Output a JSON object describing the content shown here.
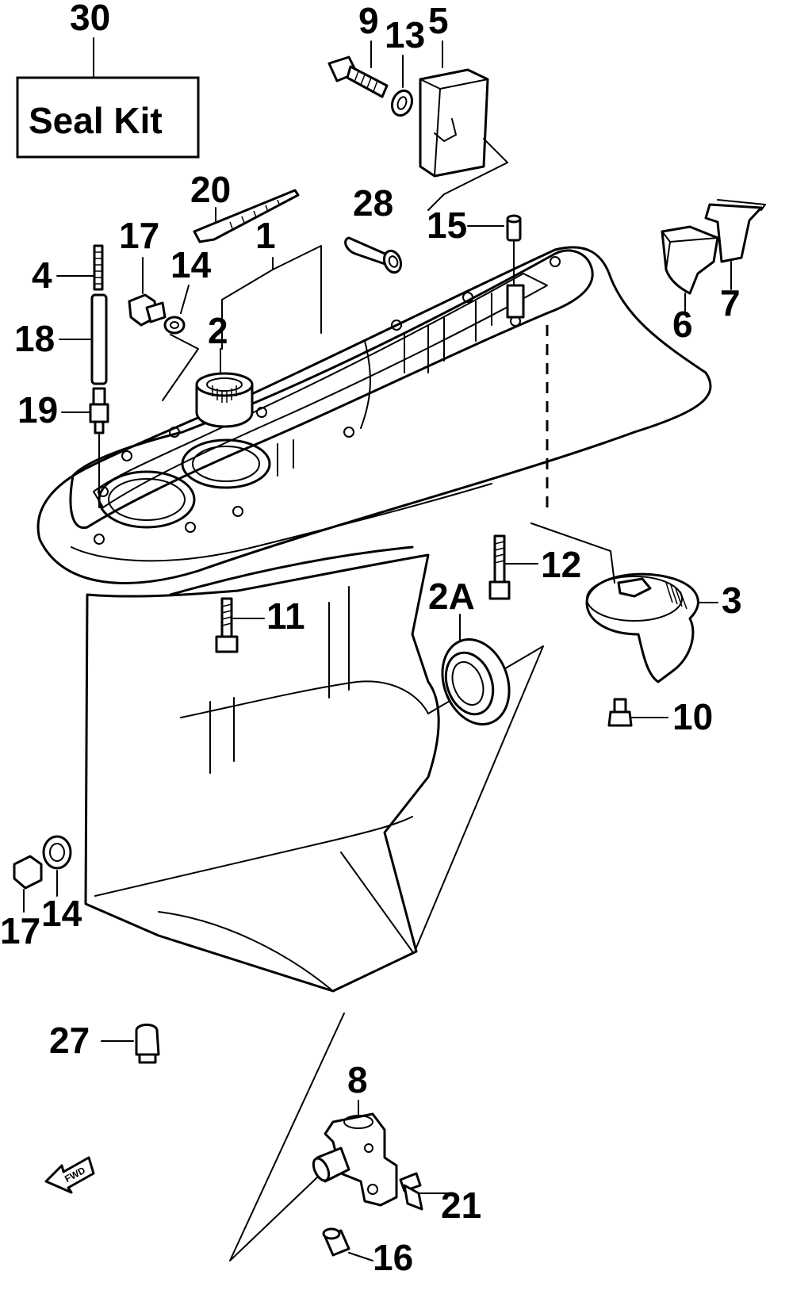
{
  "seal_kit": {
    "number": "30",
    "label": "Seal Kit"
  },
  "callouts": {
    "c1": "1",
    "c2": "2",
    "c2a": "2A",
    "c3": "3",
    "c4": "4",
    "c5": "5",
    "c6": "6",
    "c7": "7",
    "c8": "8",
    "c9": "9",
    "c10": "10",
    "c11": "11",
    "c12": "12",
    "c13": "13",
    "c14a": "14",
    "c14b": "14",
    "c15": "15",
    "c16": "16",
    "c17a": "17",
    "c17b": "17",
    "c18": "18",
    "c19": "19",
    "c20": "20",
    "c21": "21",
    "c27": "27",
    "c28": "28"
  },
  "fwd_arrow": {
    "label": "FWD",
    "icon": "fwd-arrow-icon"
  },
  "colors": {
    "line": "#000000",
    "background": "#ffffff"
  }
}
